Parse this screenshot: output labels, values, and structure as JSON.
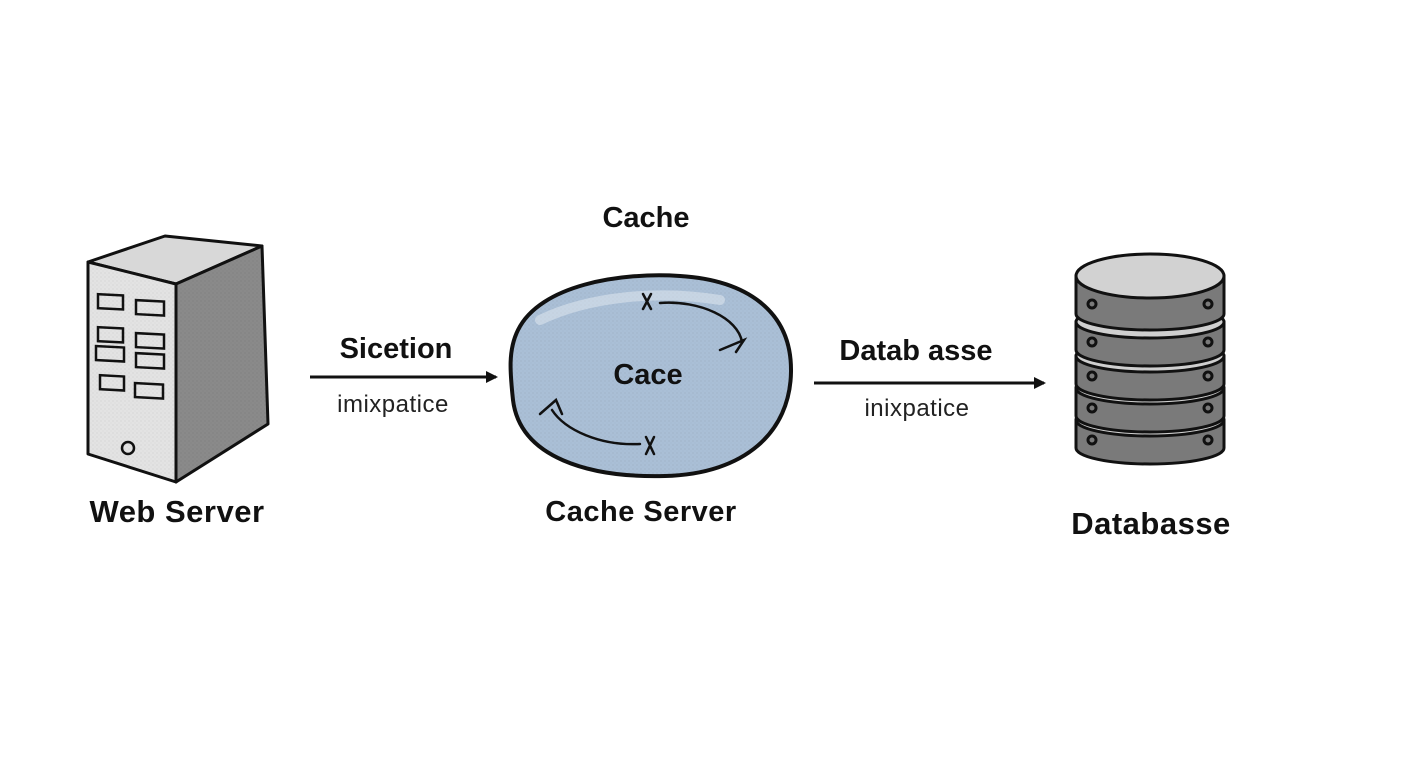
{
  "nodes": {
    "web_server": {
      "label": "Web Server",
      "icon": "server-tower-icon"
    },
    "cache_server": {
      "label": "Cache Server",
      "top_label": "Cache",
      "inner_label": "Cace",
      "icon": "cache-blob-icon"
    },
    "database": {
      "label": "Databasse",
      "icon": "database-stack-icon"
    }
  },
  "edges": [
    {
      "from": "web_server",
      "to": "cache_server",
      "label": "Sicetion",
      "sublabel": "imixpatice"
    },
    {
      "from": "cache_server",
      "to": "database",
      "label": "Datab asse",
      "sublabel": "inixpatice"
    }
  ],
  "colors": {
    "cache_fill": "#aabfd6",
    "server_front": "#e3e3e3",
    "server_side": "#8a8a8a",
    "database_body": "#7a7a7a",
    "database_top": "#cfcfcf",
    "stroke": "#111111"
  }
}
